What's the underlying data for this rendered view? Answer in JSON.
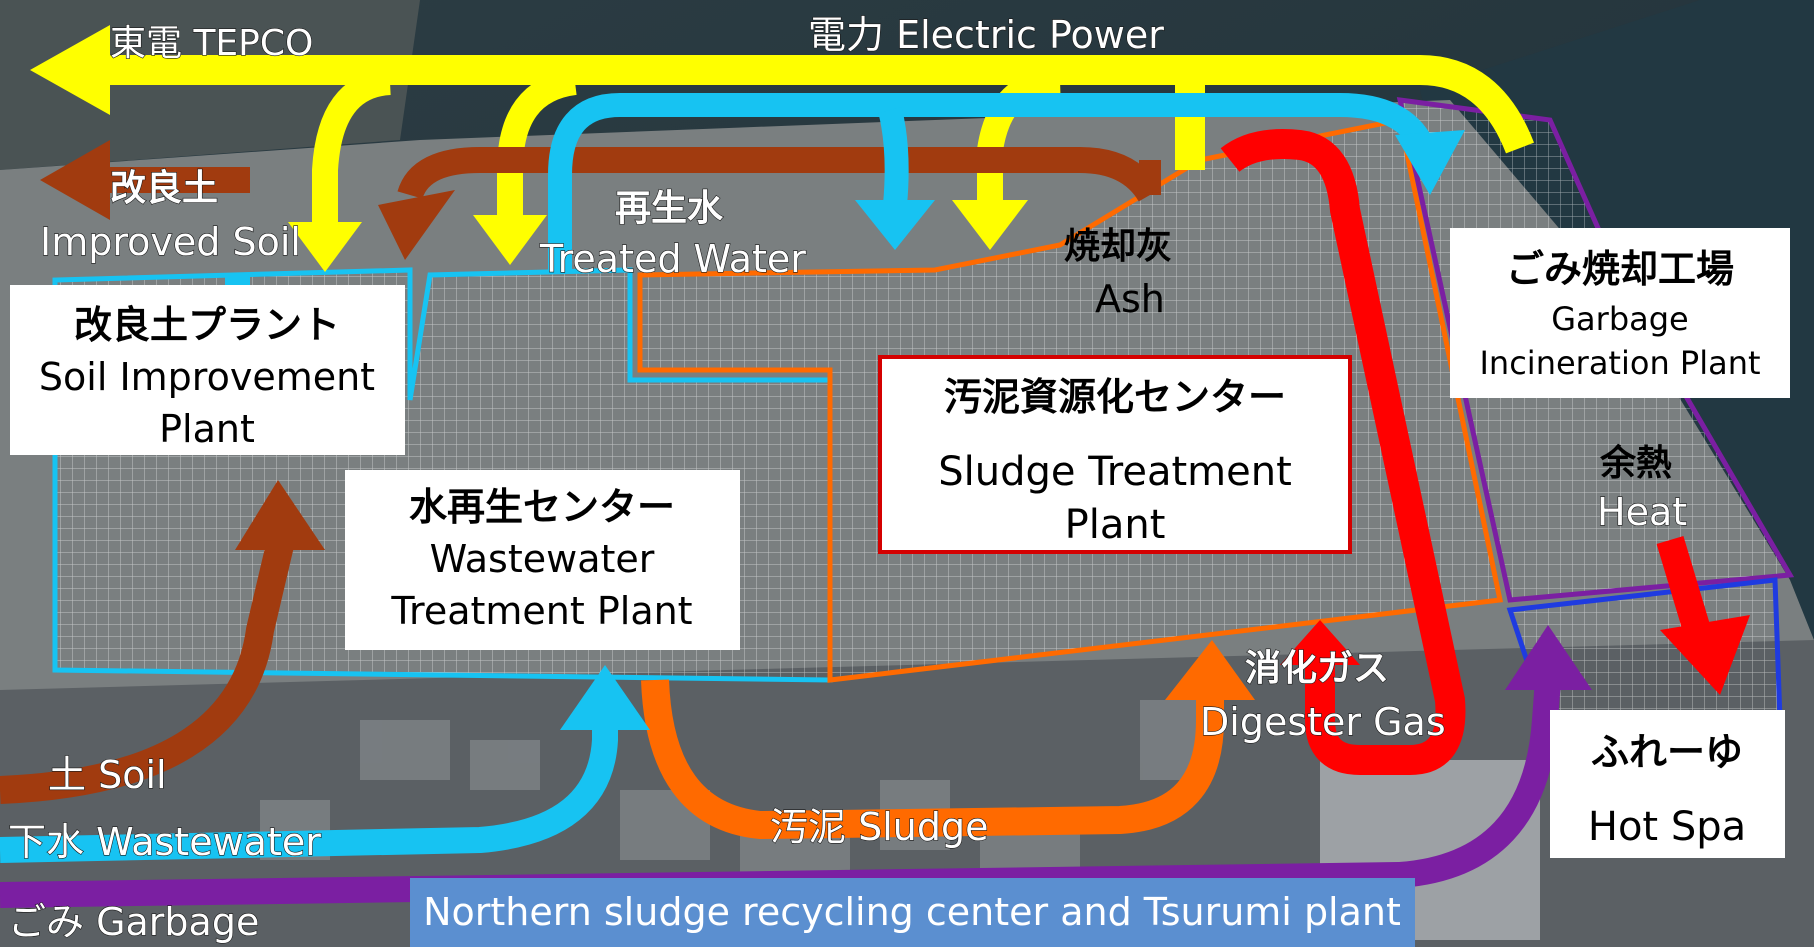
{
  "colors": {
    "electric_power": "#ffff00",
    "treated_water": "#17c3f2",
    "improved_soil": "#a13b0f",
    "ash": "#a13b0f",
    "sludge": "#ff6a00",
    "digester_gas": "#ff0000",
    "heat": "#ff0000",
    "garbage": "#7b1fa2",
    "wastewater": "#17c3f2",
    "soil": "#a13b0f",
    "caption_background": "#5b8fd0"
  },
  "flows": {
    "tepco": "東電 TEPCO",
    "electric_power": "電力 Electric Power",
    "improved_soil_jp": "改良土",
    "improved_soil_en": "Improved Soil",
    "treated_water_jp": "再生水",
    "treated_water_en": "Treated Water",
    "ash_jp": "焼却灰",
    "ash_en": "Ash",
    "heat_jp": "余熱",
    "heat_en": "Heat",
    "digester_gas_jp": "消化ガス",
    "digester_gas_en": "Digester Gas",
    "sludge": "汚泥 Sludge",
    "soil": "土 Soil",
    "wastewater": "下水 Wastewater",
    "garbage": "ごみ Garbage"
  },
  "facilities": {
    "soil_plant": {
      "jp": "改良土プラント",
      "en_line1": "Soil Improvement",
      "en_line2": "Plant"
    },
    "wastewater_plant": {
      "jp": "水再生センター",
      "en_line1": "Wastewater",
      "en_line2": "Treatment Plant"
    },
    "sludge_plant": {
      "jp": "汚泥資源化センター",
      "en_line1": "Sludge Treatment",
      "en_line2": "Plant"
    },
    "garbage_plant": {
      "jp": "ごみ焼却工場",
      "en_line1": "Garbage",
      "en_line2": "Incineration Plant"
    },
    "hot_spa": {
      "jp": "ふれーゆ",
      "en": "Hot Spa"
    }
  },
  "caption": "Northern sludge recycling center and Tsurumi plant"
}
